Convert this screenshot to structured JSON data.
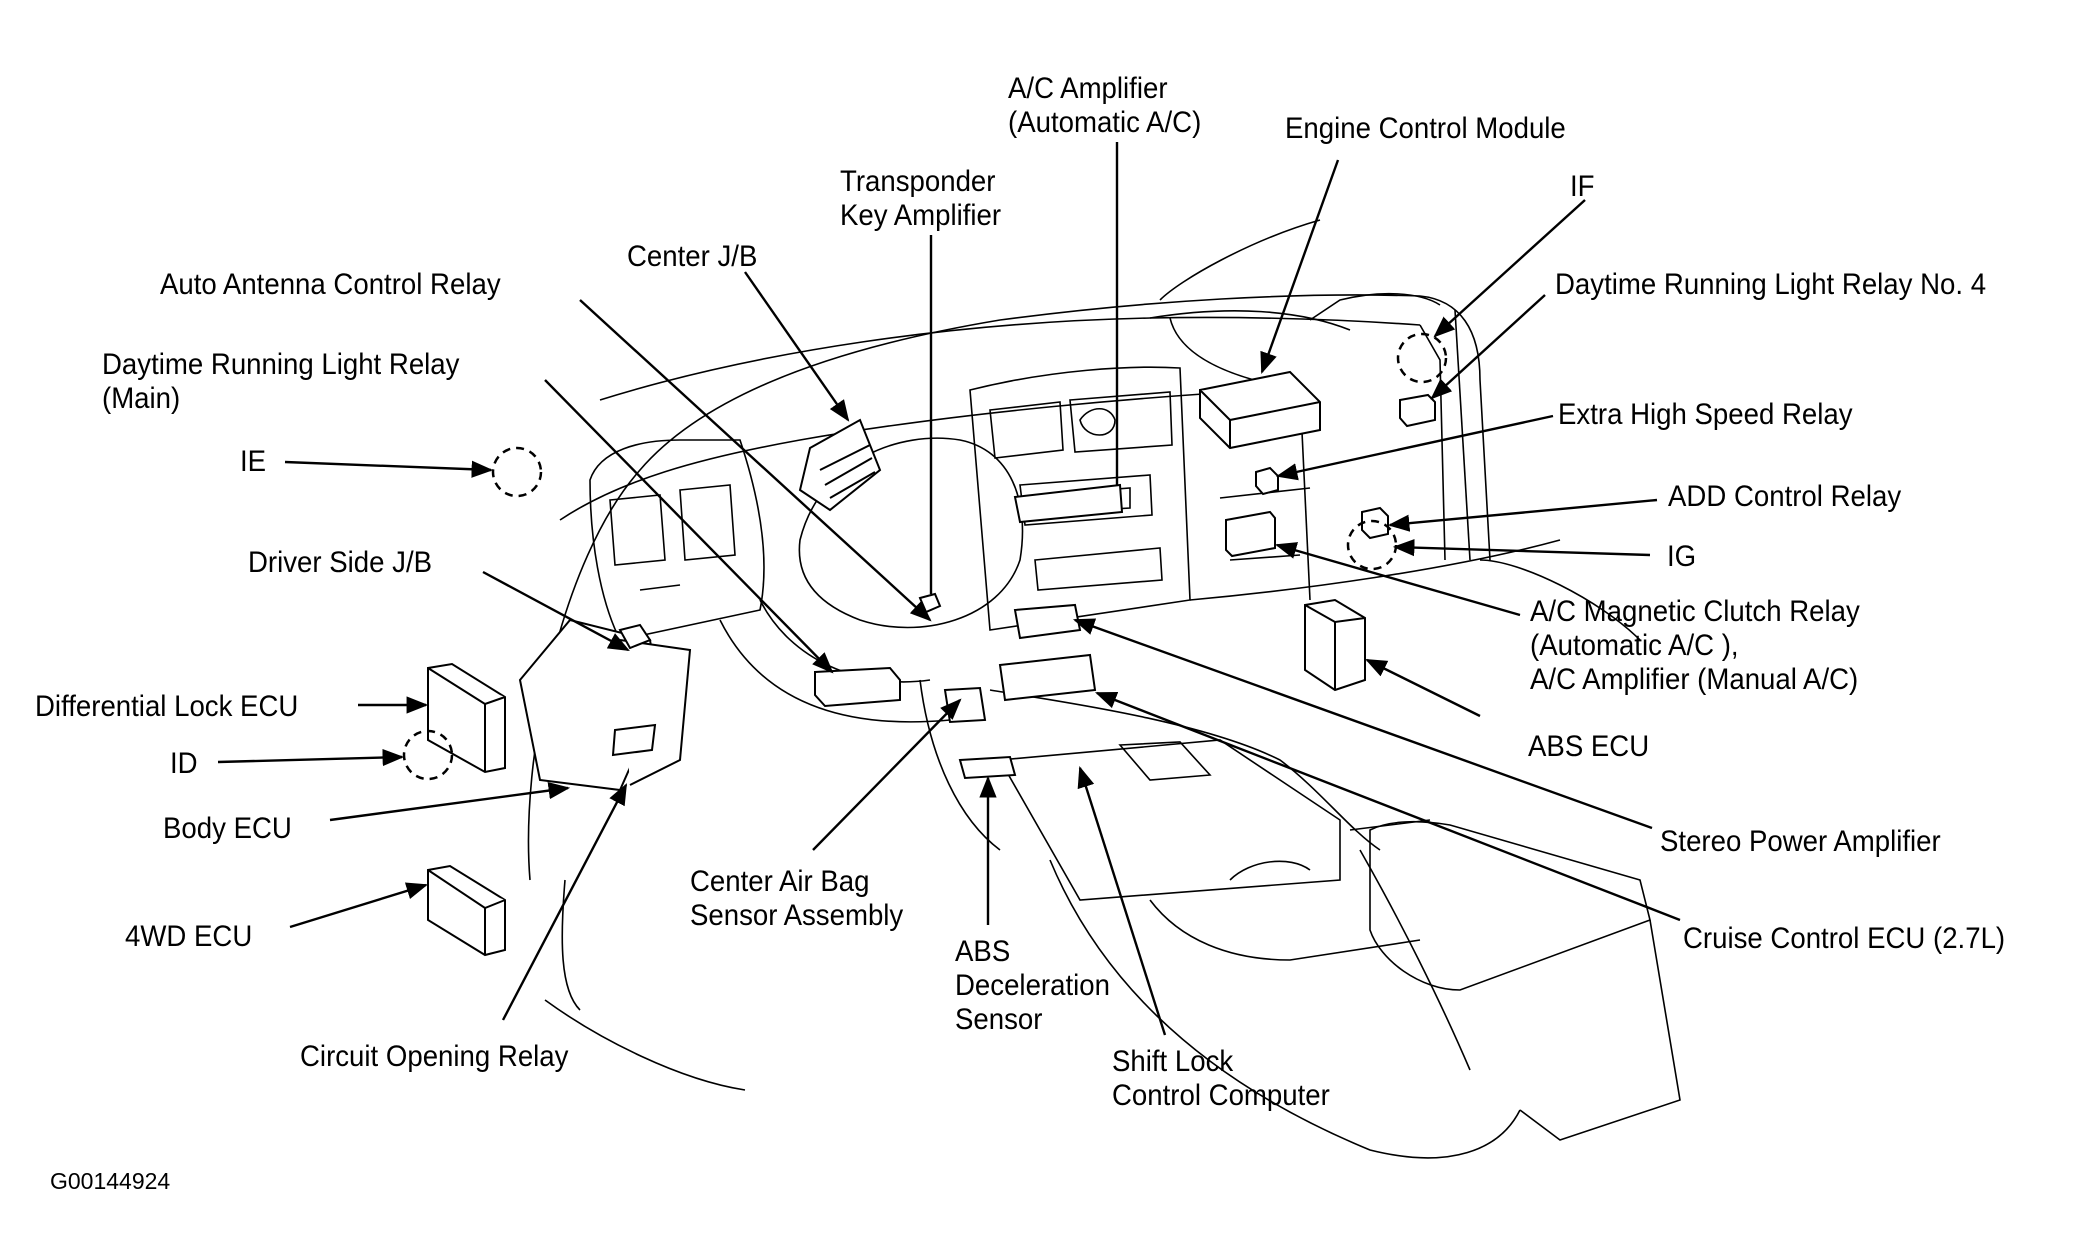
{
  "diagram": {
    "type": "component-locator",
    "subject": "Instrument panel / center console component locations",
    "figure_id": "G00144924",
    "labels": [
      {
        "id": "ac-amplifier-auto",
        "text": "A/C Amplifier\n(Automatic A/C)"
      },
      {
        "id": "engine-control-module",
        "text": "Engine Control Module"
      },
      {
        "id": "transponder-key-amplifier",
        "text": "Transponder\nKey Amplifier"
      },
      {
        "id": "if",
        "text": "IF"
      },
      {
        "id": "center-jb",
        "text": "Center J/B"
      },
      {
        "id": "auto-antenna-control-relay",
        "text": "Auto Antenna Control Relay"
      },
      {
        "id": "drl-relay-no4",
        "text": "Daytime Running Light Relay No. 4"
      },
      {
        "id": "drl-relay-main",
        "text": "Daytime Running Light Relay\n(Main)"
      },
      {
        "id": "extra-high-speed-relay",
        "text": "Extra High Speed Relay"
      },
      {
        "id": "ie",
        "text": "IE"
      },
      {
        "id": "add-control-relay",
        "text": "ADD Control Relay"
      },
      {
        "id": "ig",
        "text": "IG"
      },
      {
        "id": "driver-side-jb",
        "text": "Driver Side J/B"
      },
      {
        "id": "ac-magnetic-clutch-relay",
        "text": "A/C Magnetic Clutch Relay\n(Automatic A/C ),\nA/C Amplifier (Manual A/C)"
      },
      {
        "id": "differential-lock-ecu",
        "text": "Differential Lock ECU"
      },
      {
        "id": "abs-ecu",
        "text": "ABS ECU"
      },
      {
        "id": "id",
        "text": "ID"
      },
      {
        "id": "body-ecu",
        "text": "Body ECU"
      },
      {
        "id": "stereo-power-amplifier",
        "text": "Stereo Power Amplifier"
      },
      {
        "id": "center-air-bag-sensor",
        "text": "Center Air Bag\nSensor Assembly"
      },
      {
        "id": "4wd-ecu",
        "text": "4WD ECU"
      },
      {
        "id": "cruise-control-ecu",
        "text": "Cruise Control ECU (2.7L)"
      },
      {
        "id": "abs-deceleration-sensor",
        "text": "ABS\nDeceleration\nSensor"
      },
      {
        "id": "shift-lock-control-computer",
        "text": "Shift Lock\nControl Computer"
      },
      {
        "id": "circuit-opening-relay",
        "text": "Circuit Opening Relay"
      }
    ]
  }
}
